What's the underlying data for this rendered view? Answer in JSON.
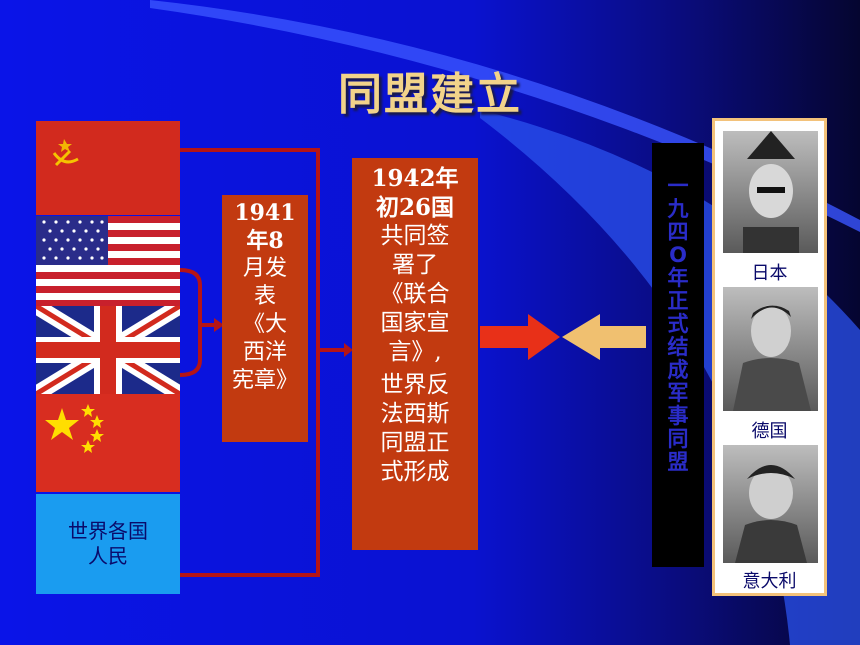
{
  "title": "同盟建立",
  "people_label": "世界各国人民",
  "charter_box": {
    "year": "1941",
    "lines": [
      "年8",
      "月发",
      "表",
      "《大",
      "西洋",
      "宪章》"
    ]
  },
  "declaration_box": {
    "year": "1942年",
    "lines": [
      "初26国",
      "共同签",
      "署了",
      "《联合",
      "国家宣",
      "言》,",
      "世界反",
      "法西斯",
      "同盟正",
      "式形成"
    ]
  },
  "axis_text": "一九四O年正式结成军事同盟",
  "countries": [
    "日本",
    "德国",
    "意大利"
  ],
  "colors": {
    "background": "#0a14e8",
    "box_red": "#c23a10",
    "title": "#f2d38a",
    "connector": "#b51416",
    "arrow_red": "#e83018",
    "arrow_tan": "#f0c070",
    "people_blue": "#1a9cf0"
  }
}
